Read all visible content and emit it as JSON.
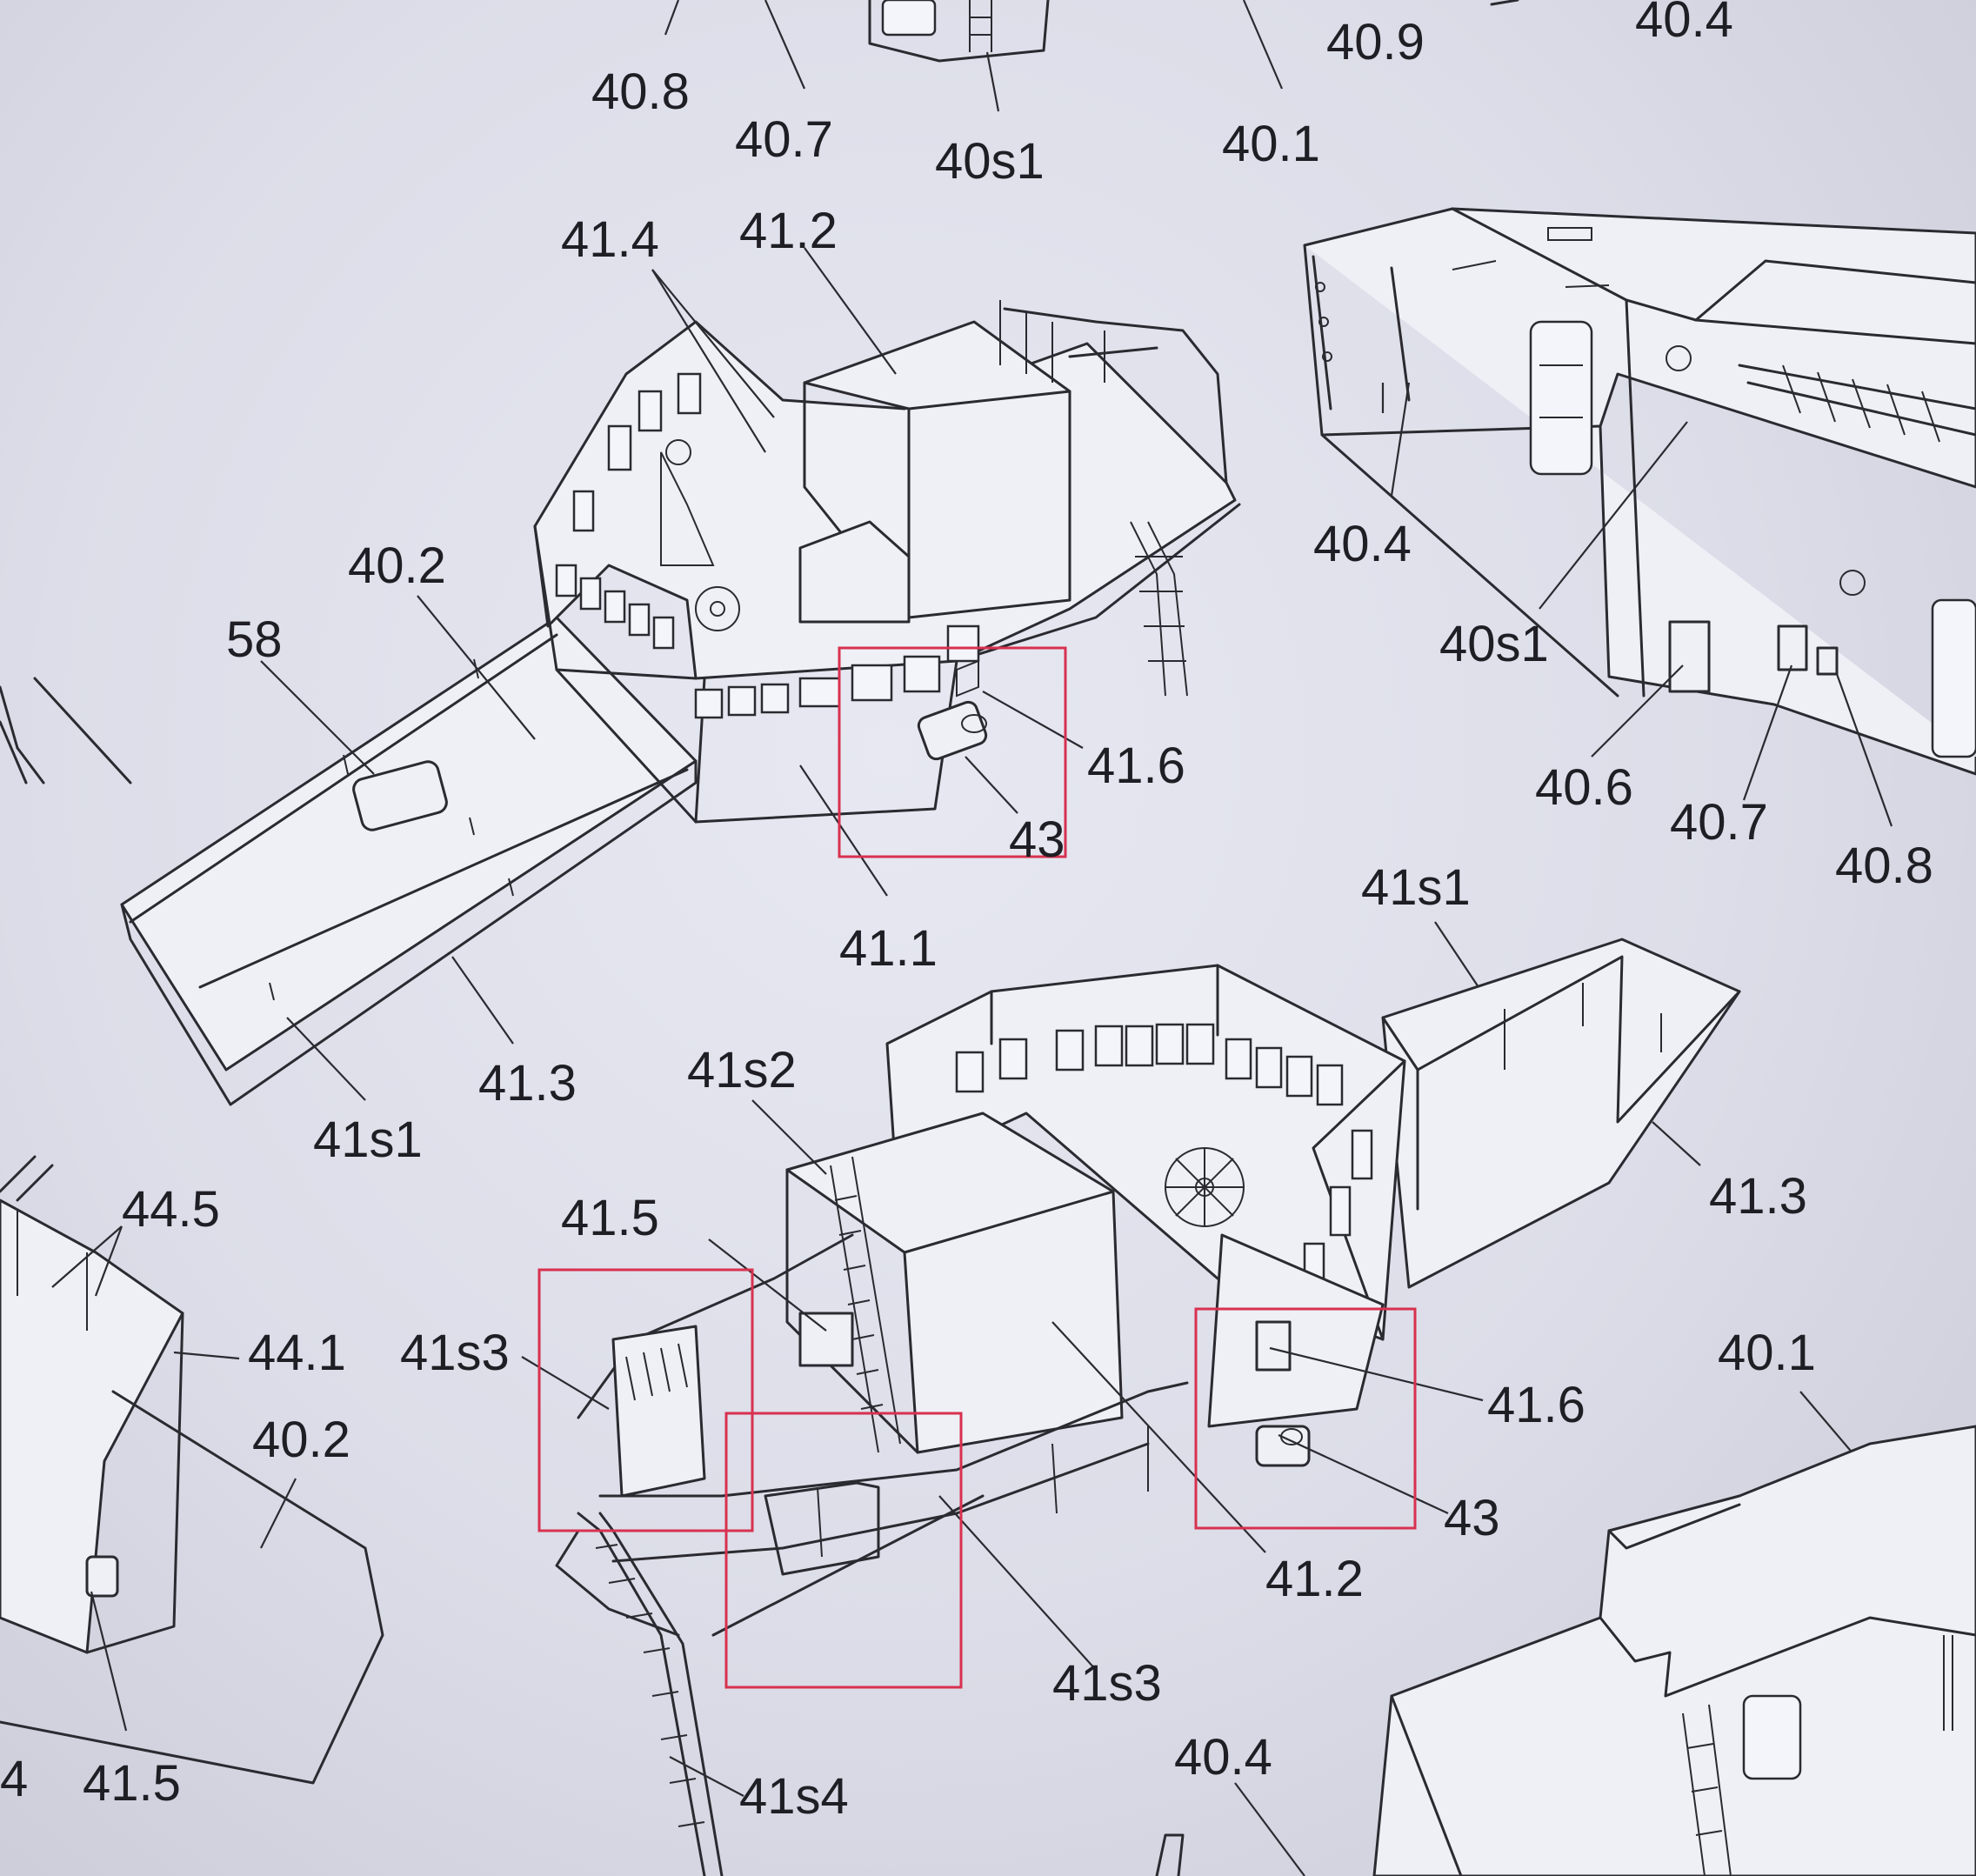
{
  "colors": {
    "paper": "#e4e5ee",
    "ink": "#2a2a30",
    "highlight": "#d8314f"
  },
  "labels": {
    "l_40_8_top": "40.8",
    "l_40_7_top": "40.7",
    "l_40s1_top": "40s1",
    "l_40_1_top": "40.1",
    "l_40_9": "40.9",
    "l_40_4_top": "40.4",
    "l_41_4": "41.4",
    "l_41_2_top": "41.2",
    "l_40_2_mid": "40.2",
    "l_58": "58",
    "l_41_6_top": "41.6",
    "l_43_top": "43",
    "l_41_1": "41.1",
    "l_41_3_left": "41.3",
    "l_41s1_left": "41s1",
    "l_40_4_right": "40.4",
    "l_40s1_right": "40s1",
    "l_40_6": "40.6",
    "l_40_7_right": "40.7",
    "l_40_8_right": "40.8",
    "l_41s1_right": "41s1",
    "l_41_3_right": "41.3",
    "l_41s2": "41s2",
    "l_41_5_mid": "41.5",
    "l_41s3_left": "41s3",
    "l_44_5": "44.5",
    "l_44_1": "44.1",
    "l_40_2_bottom": "40.2",
    "l_4_edge": "4",
    "l_41_5_bottom": "41.5",
    "l_41_6_bottom": "41.6",
    "l_43_bottom": "43",
    "l_41_2_bottom": "41.2",
    "l_41s3_bottom": "41s3",
    "l_40_1_bottom": "40.1",
    "l_41s4": "41s4",
    "l_40_4_bottom": "40.4"
  }
}
